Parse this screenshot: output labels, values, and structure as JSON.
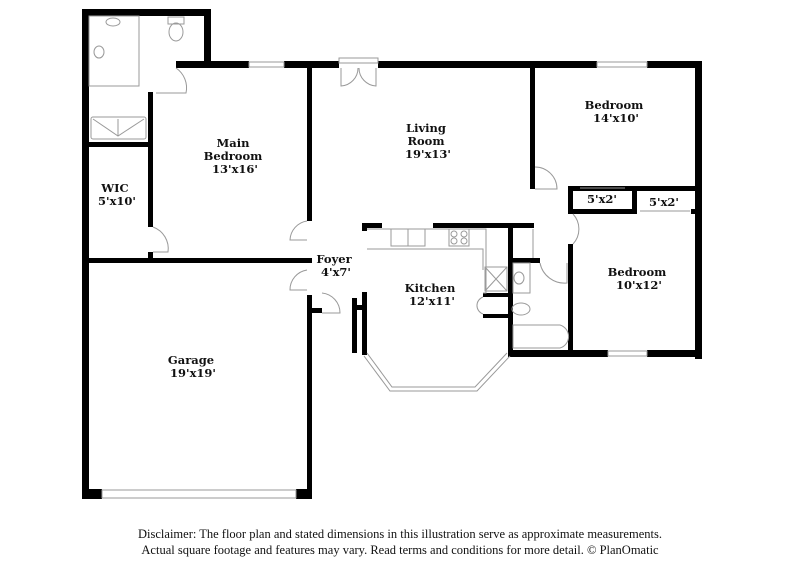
{
  "floorplan": {
    "rooms": [
      {
        "id": "main-bedroom",
        "name_lines": [
          "Main",
          "Bedroom"
        ],
        "size": "13'x16'"
      },
      {
        "id": "wic",
        "name_lines": [
          "WIC"
        ],
        "size": "5'x10'"
      },
      {
        "id": "living-room",
        "name_lines": [
          "Living",
          "Room"
        ],
        "size": "19'x13'"
      },
      {
        "id": "bedroom-1",
        "name_lines": [
          "Bedroom"
        ],
        "size": "14'x10'"
      },
      {
        "id": "closet-1",
        "name_lines": [],
        "size": "5'x2'"
      },
      {
        "id": "closet-2",
        "name_lines": [],
        "size": "5'x2'"
      },
      {
        "id": "foyer",
        "name_lines": [
          "Foyer"
        ],
        "size": "4'x7'"
      },
      {
        "id": "kitchen",
        "name_lines": [
          "Kitchen"
        ],
        "size": "12'x11'"
      },
      {
        "id": "bedroom-2",
        "name_lines": [
          "Bedroom"
        ],
        "size": "10'x12'"
      },
      {
        "id": "garage",
        "name_lines": [
          "Garage"
        ],
        "size": "19'x19'"
      }
    ],
    "wall_color": "#000000",
    "fixture_color": "#9a9a9a"
  },
  "disclaimer": {
    "line1": "Disclaimer: The floor plan and stated dimensions in this illustration serve as approximate measurements.",
    "line2": "Actual square footage and features may vary. Read terms and conditions for more detail. © PlanOmatic"
  }
}
